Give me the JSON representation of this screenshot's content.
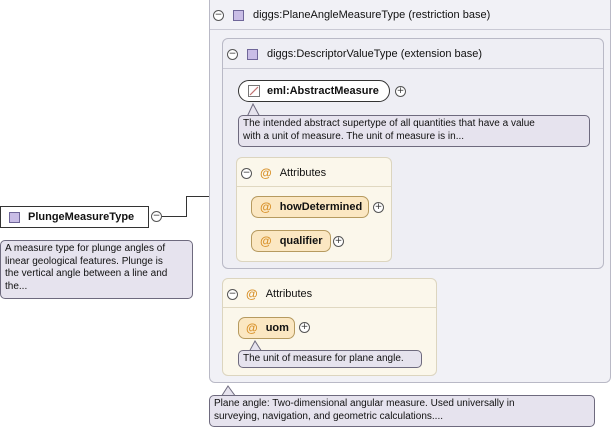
{
  "root": {
    "label": "PlungeMeasureType",
    "doc": [
      "A measure type for plunge angles of",
      "linear geological features. Plunge is",
      "the vertical angle between a line and",
      "the..."
    ]
  },
  "restriction": {
    "label": "diggs:PlaneAngleMeasureType (restriction base)",
    "doc": [
      "Plane angle: Two-dimensional angular measure. Used universally in",
      "surveying, navigation, and geometric calculations...."
    ]
  },
  "extension": {
    "label": "diggs:DescriptorValueType (extension base)"
  },
  "abstract_measure": {
    "label": "eml:AbstractMeasure",
    "doc": [
      "The intended abstract supertype of all quantities that have a value",
      "with a unit of measure. The unit of measure is in..."
    ]
  },
  "attributes_inner": {
    "title": "Attributes",
    "items": [
      {
        "label": "howDetermined"
      },
      {
        "label": "qualifier"
      }
    ]
  },
  "attributes_outer": {
    "title": "Attributes",
    "items": [
      {
        "label": "uom",
        "doc": "The unit of measure for plane angle."
      }
    ]
  },
  "symbols": {
    "collapse": "−",
    "expand": "+",
    "attribute": "@"
  },
  "colors": {
    "panel": "#f1f1f6",
    "attribute_panel": "#fbf7eb",
    "attribute_node": "#fbe7c2",
    "doc_bubble": "#e6e3ee"
  }
}
